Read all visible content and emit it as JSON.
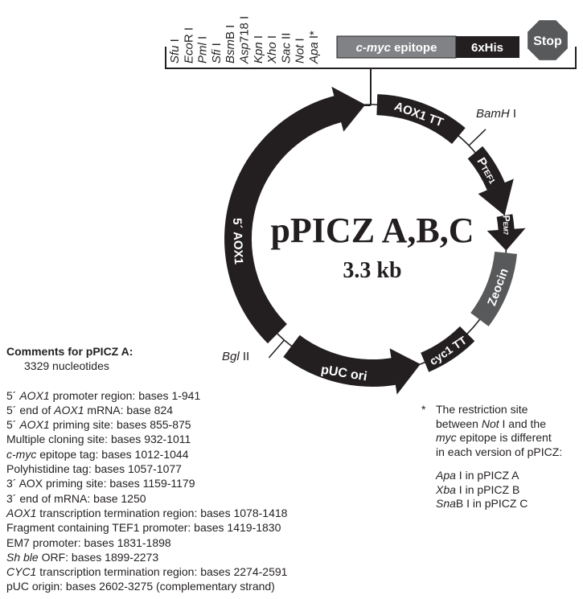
{
  "map": {
    "name": "pPICZ A,B,C",
    "size": "3.3 kb",
    "colors": {
      "black": "#231f20",
      "gray_dark": "#58595b",
      "gray_mid": "#808285"
    },
    "mcs_sites": [
      {
        "i": "Sfu",
        "r": " I"
      },
      {
        "i": "Eco",
        "r": "R I"
      },
      {
        "i": "Pml",
        "r": " I"
      },
      {
        "i": "Sfi",
        "r": " I"
      },
      {
        "i": "Bsm",
        "r": "B I"
      },
      {
        "i": "Asp",
        "r": "718 I"
      },
      {
        "i": "Kpn",
        "r": " I"
      },
      {
        "i": "Xho",
        "r": " I"
      },
      {
        "i": "Sac",
        "r": " II"
      },
      {
        "i": "Not",
        "r": " I"
      },
      {
        "i": "Apa",
        "r": " I*"
      }
    ],
    "cmyc_italic": "c-myc",
    "cmyc_rest": " epitope",
    "his": "6xHis",
    "stop": "Stop",
    "segments": {
      "aox5": "5´ AOX1",
      "aoxtt": "AOX1 TT",
      "ptef1_p": "P",
      "ptef1_sub": "TEF1",
      "pem7_p": "P",
      "pem7_sub": "EM7",
      "zeocin": "Zeocin",
      "cyc1": "cyc1 TT",
      "puc": "pUC ori"
    },
    "sites": {
      "bamh_i": "BamH",
      "bamh_r": " I",
      "bgl_i": "Bgl",
      "bgl_r": " II"
    }
  },
  "comments": {
    "title": "Comments for pPICZ A:",
    "nucleotides": "3329 nucleotides",
    "lines": [
      [
        {
          "t": "5´ "
        },
        {
          "t": "AOX1",
          "i": true
        },
        {
          "t": " promoter region:  bases 1-941"
        }
      ],
      [
        {
          "t": "5´ end of "
        },
        {
          "t": "AOX1",
          "i": true
        },
        {
          "t": " mRNA:  base 824"
        }
      ],
      [
        {
          "t": "5´ "
        },
        {
          "t": "AOX1",
          "i": true
        },
        {
          "t": " priming site:  bases 855-875"
        }
      ],
      [
        {
          "t": "Multiple cloning site:  bases 932-1011"
        }
      ],
      [
        {
          "t": "c-myc",
          "i": true
        },
        {
          "t": " epitope tag:  bases 1012-1044"
        }
      ],
      [
        {
          "t": "Polyhistidine tag:  bases 1057-1077"
        }
      ],
      [
        {
          "t": "3´ AOX priming site:  bases 1159-1179"
        }
      ],
      [
        {
          "t": "3´ end of mRNA:  base 1250"
        }
      ],
      [
        {
          "t": "AOX1",
          "i": true
        },
        {
          "t": " transcription termination region:  bases 1078-1418"
        }
      ],
      [
        {
          "t": "Fragment containing TEF1 promoter:  bases 1419-1830"
        }
      ],
      [
        {
          "t": "EM7 promoter:  bases 1831-1898"
        }
      ],
      [
        {
          "t": "Sh ble",
          "i": true
        },
        {
          "t": " ORF:  bases 1899-2273"
        }
      ],
      [
        {
          "t": "CYC1",
          "i": true
        },
        {
          "t": " transcription termination region:  bases 2274-2591"
        }
      ],
      [
        {
          "t": "pUC origin:  bases 2602-3275 (complementary strand)"
        }
      ]
    ]
  },
  "note": {
    "star": "*",
    "lines": [
      [
        {
          "t": "The restriction site"
        }
      ],
      [
        {
          "t": "between "
        },
        {
          "t": "Not",
          "i": true
        },
        {
          "t": " I and the"
        }
      ],
      [
        {
          "t": "myc",
          "i": true
        },
        {
          "t": " epitope is different"
        }
      ],
      [
        {
          "t": "in each version of pPICZ:"
        }
      ]
    ],
    "variants": [
      [
        {
          "t": "Apa",
          "i": true
        },
        {
          "t": " I in pPICZ A"
        }
      ],
      [
        {
          "t": "Xba",
          "i": true
        },
        {
          "t": " I in pPICZ B"
        }
      ],
      [
        {
          "t": "Sna",
          "i": true
        },
        {
          "t": "B I in pPICZ C"
        }
      ]
    ]
  }
}
